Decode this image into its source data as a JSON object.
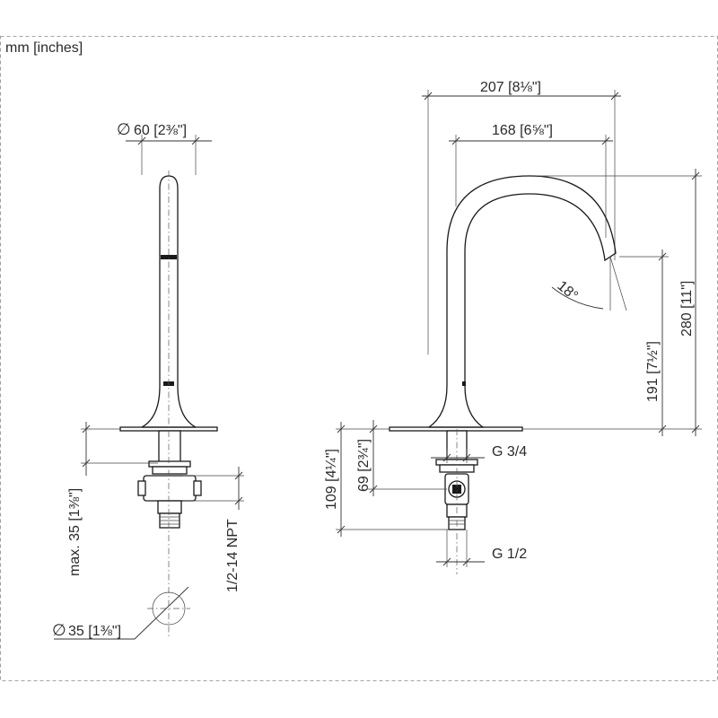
{
  "units_label": "mm [inches]",
  "dimensions": {
    "diameter_top": "60 [2⅜\"]",
    "width_207": "207 [8⅛\"]",
    "width_168": "168 [6⅝\"]",
    "angle": "18°",
    "height_280": "280 [11\"]",
    "height_191": "191 [7½\"]",
    "height_109": "109 [4¼\"]",
    "height_69": "69 [2¾\"]",
    "thread_g34": "G 3/4",
    "thread_g12": "G 1/2",
    "max_35": "max. 35 [1⅜\"]",
    "npt": "1/2-14 NPT",
    "diameter_hole": "35 [1⅜\"]"
  },
  "symbols": {
    "diameter": "∅"
  }
}
